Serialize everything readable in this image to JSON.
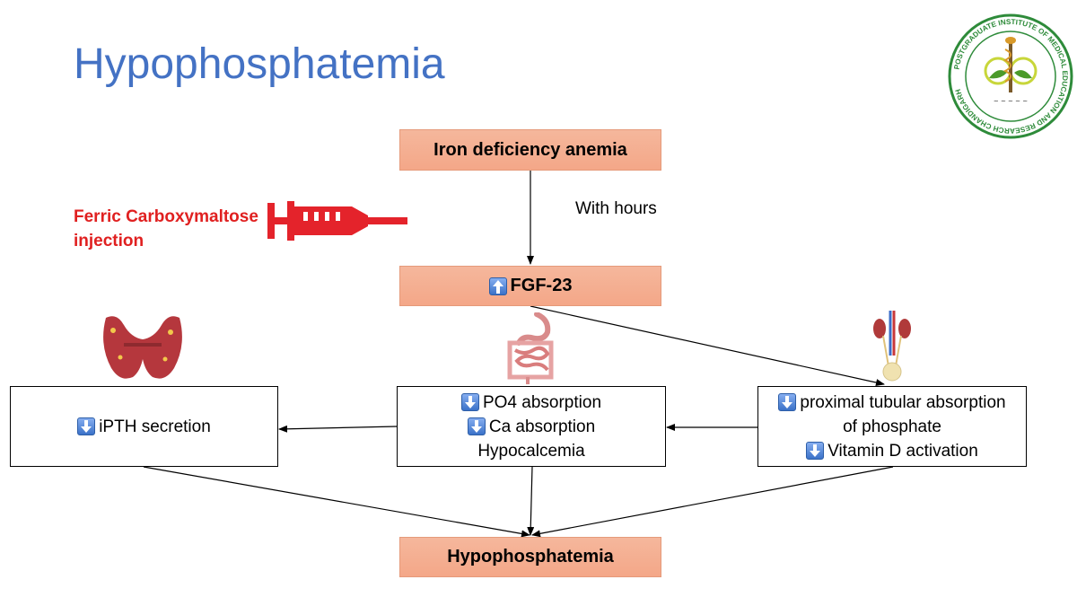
{
  "slide": {
    "title": "Hypophosphatemia",
    "with_hours": "With hours",
    "ferric_line1": "Ferric Carboxymaltose",
    "ferric_line2": "injection",
    "boxes": {
      "iron": "Iron deficiency anemia",
      "fgf": "FGF-23",
      "ipth": "iPTH secretion",
      "gut_line1": "PO4 absorption",
      "gut_line2": "Ca absorption",
      "gut_line3": "Hypocalcemia",
      "kidney_line1": "proximal tubular absorption",
      "kidney_line2": "of phosphate",
      "kidney_line3": "Vitamin D activation",
      "result": "Hypophosphatemia"
    },
    "logo_text": "POSTGRADUATE INSTITUTE OF MEDICAL EDUCATION AND RESEARCH CHANDIGARH",
    "colors": {
      "title": "#4472c4",
      "orange_box": "#f4a788",
      "ferric_text": "#e02020",
      "syringe": "#e4232b",
      "logo_green": "#2e8b3a"
    }
  }
}
